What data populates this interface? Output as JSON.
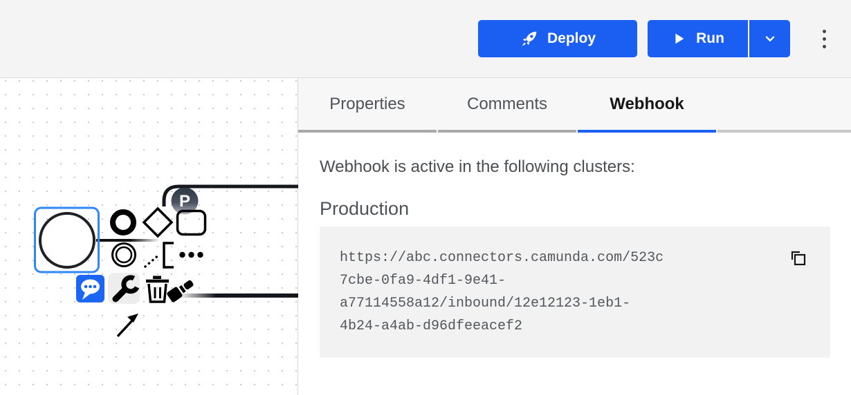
{
  "header": {
    "deploy_label": "Deploy",
    "run_label": "Run",
    "deploy_icon": "rocket-icon",
    "run_icon": "play-icon",
    "run_split_icon": "chevron-down-icon",
    "overflow_icon": "kebab-menu-icon"
  },
  "panel": {
    "tabs": [
      {
        "label": "Properties",
        "active": false
      },
      {
        "label": "Comments",
        "active": false
      },
      {
        "label": "Webhook",
        "active": true
      }
    ],
    "intro": "Webhook is active in the following clusters:",
    "cluster_name": "Production",
    "code": {
      "url": "https://abc.connectors.camunda.com/523c7cbe-0fa9-4df1-9e41-a77114558a12/inbound/12e12123-1eb1-4b24-a4ab-d96dfeeacef2",
      "lines": [
        "https://abc.connectors.camunda.com/523c",
        "7cbe-0fa9-4df1-9e41-",
        "a77114558a12/inbound/12e12123-1eb1-",
        "4b24-a4ab-d96dfeeacef2"
      ],
      "copy_icon": "copy-icon"
    }
  },
  "canvas": {
    "selected_element": "start-event",
    "badge_letter": "P",
    "context_pad_icons": [
      "end-event-icon",
      "gateway-icon",
      "task-icon",
      "intermediate-event-icon",
      "text-annotation-icon",
      "more-options-icon",
      "comments-icon",
      "wrench-icon",
      "trash-icon",
      "brush-icon",
      "arrow-cursor-icon"
    ]
  },
  "colors": {
    "primary_blue": "#1a5ff2",
    "selection_blue": "#2e86f8",
    "comment_badge_blue": "#1b66f5",
    "header_bg": "#f4f4f4",
    "tabbar_bg": "#f7f7f7",
    "code_bg": "#f2f2f2",
    "text_dark": "#161616",
    "text_gray": "#4d5358",
    "inactive_underline": "#a9a9a9"
  }
}
